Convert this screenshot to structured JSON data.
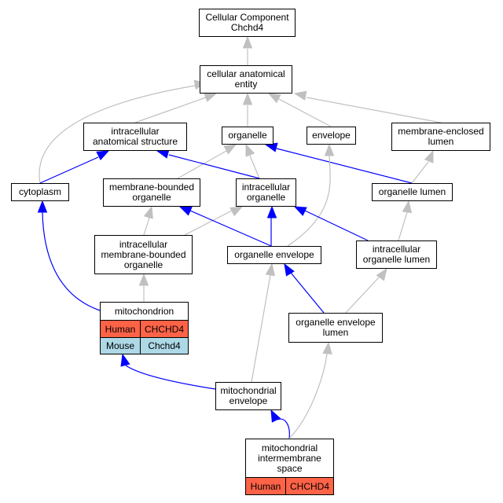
{
  "nodes": {
    "cc_chchd4": {
      "lines": [
        "Cellular Component",
        "Chchd4"
      ]
    },
    "cae": {
      "lines": [
        "cellular anatomical",
        "entity"
      ]
    },
    "ias": {
      "lines": [
        "intracellular",
        "anatomical structure"
      ]
    },
    "organelle": {
      "lines": [
        "organelle"
      ]
    },
    "envelope": {
      "lines": [
        "envelope"
      ]
    },
    "mel": {
      "lines": [
        "membrane-enclosed",
        "lumen"
      ]
    },
    "cytoplasm": {
      "lines": [
        "cytoplasm"
      ]
    },
    "mbo": {
      "lines": [
        "membrane-bounded",
        "organelle"
      ]
    },
    "io": {
      "lines": [
        "intracellular",
        "organelle"
      ]
    },
    "ol": {
      "lines": [
        "organelle lumen"
      ]
    },
    "imbo": {
      "lines": [
        "intracellular",
        "membrane-bounded",
        "organelle"
      ]
    },
    "oe": {
      "lines": [
        "organelle envelope"
      ]
    },
    "iol": {
      "lines": [
        "intracellular",
        "organelle lumen"
      ]
    },
    "oel": {
      "lines": [
        "organelle envelope",
        "lumen"
      ]
    },
    "menv": {
      "lines": [
        "mitochondrial",
        "envelope"
      ]
    }
  },
  "mitochondrion": {
    "title": "mitochondrion",
    "rows": [
      {
        "species": "Human",
        "gene": "CHCHD4",
        "color": "#ff6347"
      },
      {
        "species": "Mouse",
        "gene": "Chchd4",
        "color": "#add8e6"
      }
    ]
  },
  "mis": {
    "lines": [
      "mitochondrial",
      "intermembrane",
      "space"
    ],
    "rows": [
      {
        "species": "Human",
        "gene": "CHCHD4",
        "color": "#ff6347"
      }
    ]
  },
  "colors": {
    "is_a": "#c0c0c0",
    "part_of": "#0000ff"
  }
}
